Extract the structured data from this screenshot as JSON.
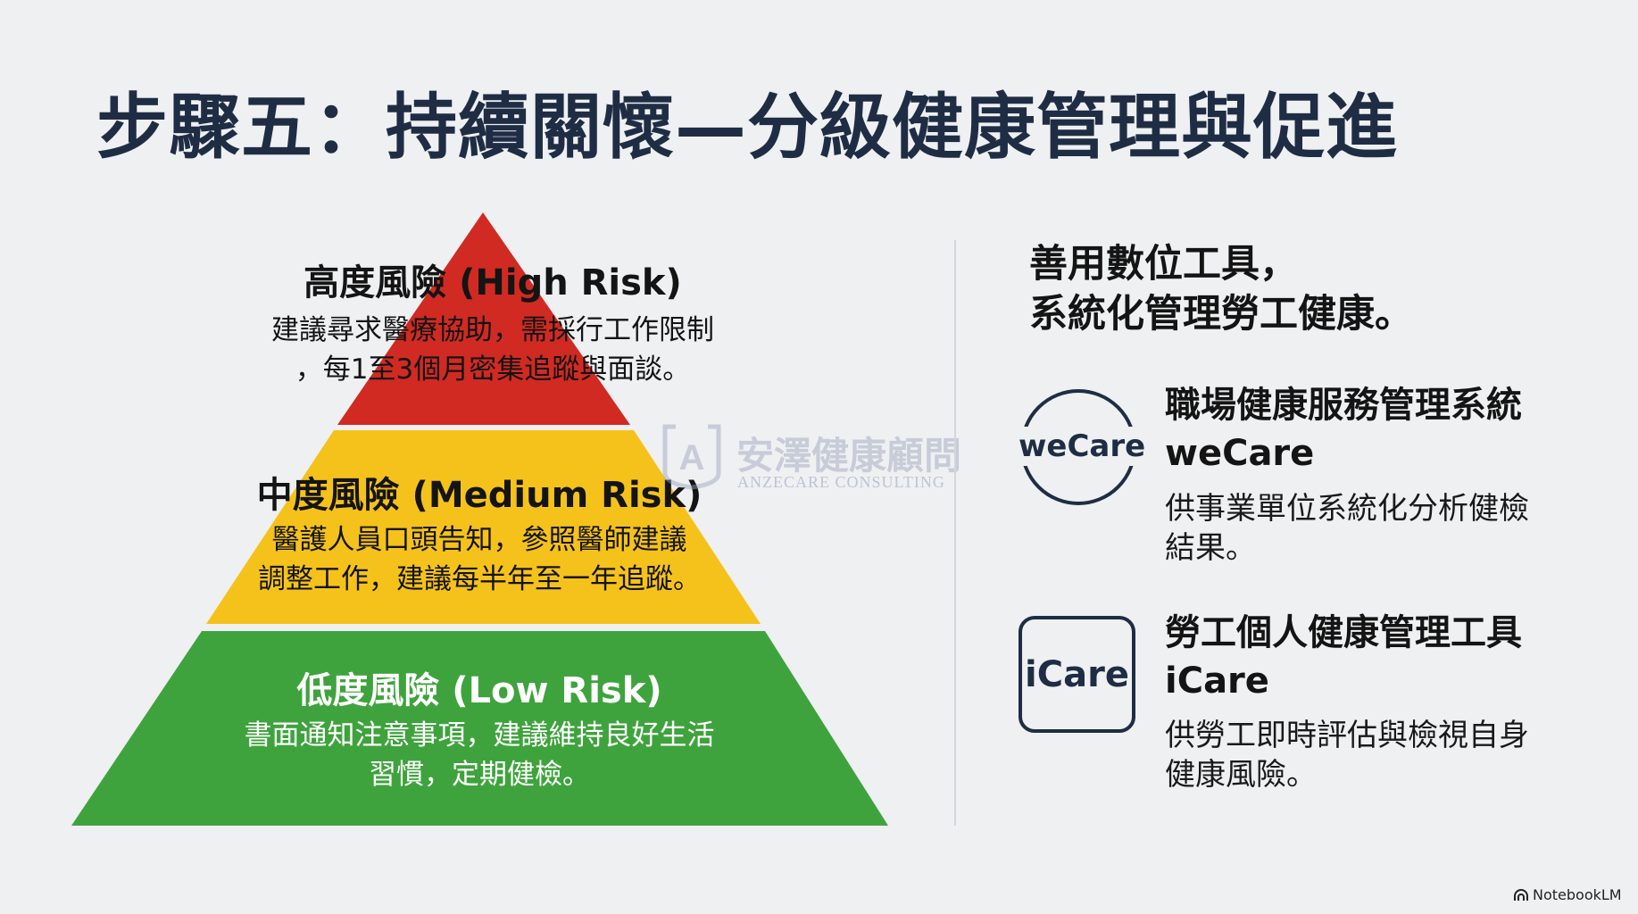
{
  "title": "步驟五：持續關懷—分級健康管理與促進",
  "pyramid": {
    "high": {
      "title": "高度風險 (High Risk)",
      "lines": [
        "建議尋求醫療協助，需採行工作限制",
        "，每1至3個月密集追蹤與面談。"
      ],
      "color": "#d12a22"
    },
    "medium": {
      "title": "中度風險 (Medium Risk)",
      "lines": [
        "醫護人員口頭告知，參照醫師建議",
        "調整工作，建議每半年至一年追蹤。"
      ],
      "color": "#f5c21b"
    },
    "low": {
      "title": "低度風險 (Low Risk)",
      "lines": [
        "書面通知注意事項，建議維持良好生活",
        "習慣，定期健檢。"
      ],
      "color": "#3fa33d"
    }
  },
  "right": {
    "heading": [
      "善用數位工具，",
      "系統化管理勞工健康。"
    ],
    "tools": [
      {
        "logo": "weCare",
        "title": "職場健康服務管理系統",
        "name": "weCare",
        "desc": [
          "供事業單位系統化分析健檢",
          "結果。"
        ]
      },
      {
        "logo": "iCare",
        "title": "勞工個人健康管理工具",
        "name": "iCare",
        "desc": [
          "供勞工即時評估與檢視自身",
          "健康風險。"
        ]
      }
    ]
  },
  "watermark": {
    "zh": "安澤健康顧問",
    "en": "ANZECARE CONSULTING"
  },
  "footer": {
    "brand": "NotebookLM"
  }
}
